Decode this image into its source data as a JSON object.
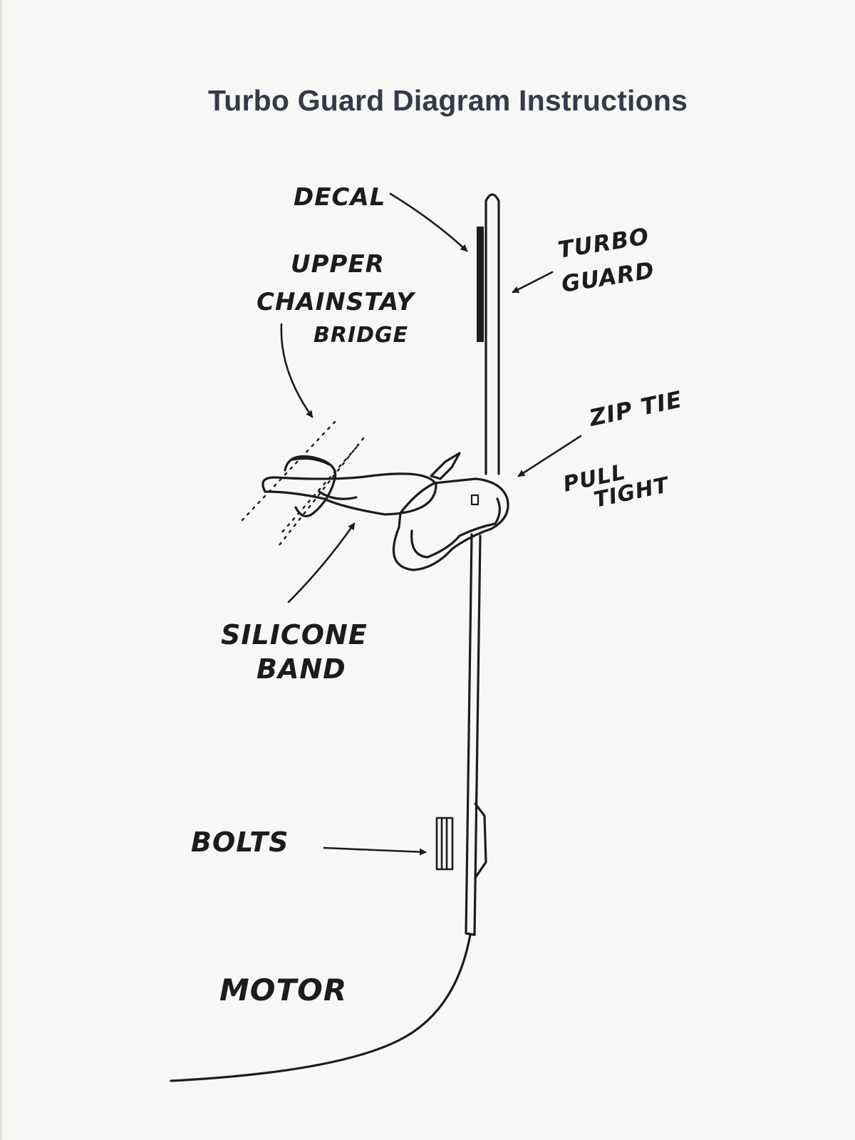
{
  "title": "Turbo Guard Diagram Instructions",
  "labels": {
    "decal": "DECAL",
    "turbo_guard_1": "TURBO",
    "turbo_guard_2": "GUARD",
    "chainstay_1": "UPPER",
    "chainstay_2": "CHAINSTAY",
    "chainstay_3": "BRIDGE",
    "zip_tie": "ZIP TIE",
    "pull_tight_1": "PULL",
    "pull_tight_2": "TIGHT",
    "silicone_1": "SILICONE",
    "silicone_2": "BAND",
    "bolts": "BOLTS",
    "motor": "MOTOR"
  },
  "colors": {
    "ink": "#1c1c1c",
    "title": "#353a4a",
    "paper": "#f7f7f5"
  }
}
